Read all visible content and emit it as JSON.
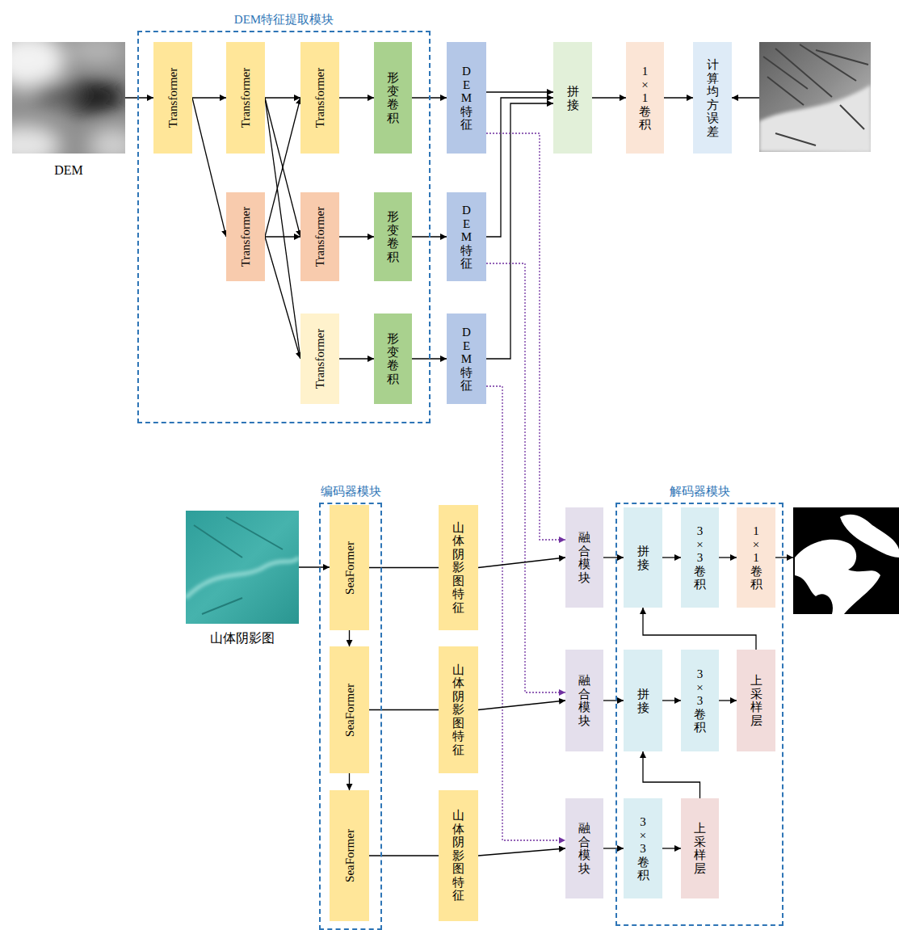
{
  "diagram": {
    "nodes": [
      {
        "text": [
          "DEM特征提取模块"
        ]
      },
      {
        "text": [
          "Transformer"
        ],
        "in": 0
      },
      {
        "text": [
          "Transformer"
        ],
        "in": 0
      },
      {
        "text": [
          "Transformer"
        ],
        "in": 0
      },
      {
        "text": [
          "形变卷积"
        ],
        "in": 0
      },
      {
        "text": [
          "Transformer"
        ],
        "in": 0
      },
      {
        "text": [
          "Transformer"
        ],
        "in": 0
      },
      {
        "text": [
          "形变卷积"
        ],
        "in": 0
      },
      {
        "text": [
          "Transformer"
        ],
        "in": 0
      },
      {
        "text": [
          "形变卷积"
        ],
        "in": 0
      },
      {
        "text": [
          "DEM特征"
        ]
      },
      {
        "text": [
          "拼接"
        ]
      },
      {
        "text": [
          "1×1卷积"
        ]
      },
      {
        "text": [
          "计算均方误差"
        ]
      },
      {
        "text": [
          "DEM特征"
        ]
      },
      {
        "text": [
          "DEM特征"
        ]
      },
      {
        "text": [
          "编码器模块"
        ]
      },
      {
        "text": [
          "SeaFormer"
        ],
        "in": 16
      },
      {
        "text": [
          "山体阴影图特征"
        ]
      },
      {
        "text": [
          "融合模块"
        ]
      },
      {
        "text": [
          "解码器模块"
        ]
      },
      {
        "text": [
          "拼接"
        ],
        "in": 20
      },
      {
        "text": [
          "3×3卷积"
        ],
        "in": 20
      },
      {
        "text": [
          "1×1卷积"
        ],
        "in": 20
      },
      {
        "text": [
          "SeaFormer"
        ],
        "in": 16
      },
      {
        "text": [
          "山体阴影图特征"
        ]
      },
      {
        "text": [
          "融合模块"
        ]
      },
      {
        "text": [
          "拼接"
        ],
        "in": 20
      },
      {
        "text": [
          "3×3卷积"
        ],
        "in": 20
      },
      {
        "text": [
          "上采样层"
        ],
        "in": 20
      },
      {
        "text": [
          "SeaFormer"
        ],
        "in": 16
      },
      {
        "text": [
          "山体阴影图特征"
        ]
      },
      {
        "text": [
          "融合模块"
        ]
      },
      {
        "text": [
          "3×3卷积"
        ],
        "in": 20
      },
      {
        "text": [
          "上采样层"
        ],
        "in": 20
      }
    ],
    "edges": [
      {
        "from": 1,
        "to": 2,
        "arrow": "to"
      },
      {
        "from": 1,
        "to": 5,
        "arrow": "to"
      },
      {
        "from": 2,
        "to": 3,
        "arrow": "to"
      },
      {
        "from": 2,
        "to": 6,
        "arrow": "to"
      },
      {
        "from": 2,
        "to": 8,
        "arrow": "to"
      },
      {
        "from": 5,
        "to": 3,
        "arrow": "to"
      },
      {
        "from": 5,
        "to": 6,
        "arrow": "to"
      },
      {
        "from": 5,
        "to": 8,
        "arrow": "to"
      },
      {
        "from": 3,
        "to": 4,
        "arrow": "to"
      },
      {
        "from": 6,
        "to": 7,
        "arrow": "to"
      },
      {
        "from": 8,
        "to": 9,
        "arrow": "to"
      },
      {
        "from": 4,
        "to": 10,
        "arrow": "to"
      },
      {
        "from": 7,
        "to": 14,
        "arrow": "to"
      },
      {
        "from": 9,
        "to": 15,
        "arrow": "to"
      },
      {
        "from": 10,
        "to": 11,
        "arrow": "to"
      },
      {
        "from": 14,
        "to": 11,
        "arrow": "to"
      },
      {
        "from": 15,
        "to": 11,
        "arrow": "to"
      },
      {
        "from": 11,
        "to": 12,
        "arrow": "to"
      },
      {
        "from": 12,
        "to": 13,
        "arrow": "to"
      },
      {
        "from": 10,
        "to": 19,
        "arrow": "to"
      },
      {
        "from": 14,
        "to": 26,
        "arrow": "to"
      },
      {
        "from": 15,
        "to": 32,
        "arrow": "to"
      },
      {
        "from": 17,
        "to": 24,
        "arrow": "to"
      },
      {
        "from": 24,
        "to": 30,
        "arrow": "to"
      },
      {
        "from": 17,
        "to": 18,
        "arrow": "none"
      },
      {
        "from": 18,
        "to": 19,
        "arrow": "to"
      },
      {
        "from": 24,
        "to": 25,
        "arrow": "none"
      },
      {
        "from": 25,
        "to": 26,
        "arrow": "to"
      },
      {
        "from": 30,
        "to": 31,
        "arrow": "none"
      },
      {
        "from": 31,
        "to": 32,
        "arrow": "to"
      },
      {
        "from": 19,
        "to": 21,
        "arrow": "to"
      },
      {
        "from": 21,
        "to": 22,
        "arrow": "to"
      },
      {
        "from": 22,
        "to": 23,
        "arrow": "to"
      },
      {
        "from": 26,
        "to": 27,
        "arrow": "to"
      },
      {
        "from": 27,
        "to": 28,
        "arrow": "to"
      },
      {
        "from": 28,
        "to": 29,
        "arrow": "to"
      },
      {
        "from": 29,
        "to": 21,
        "arrow": "to"
      },
      {
        "from": 32,
        "to": 33,
        "arrow": "to"
      },
      {
        "from": 33,
        "to": 34,
        "arrow": "to"
      },
      {
        "from": 34,
        "to": 27,
        "arrow": "to"
      }
    ],
    "labels": [
      "DEM",
      "山体阴影图"
    ]
  }
}
